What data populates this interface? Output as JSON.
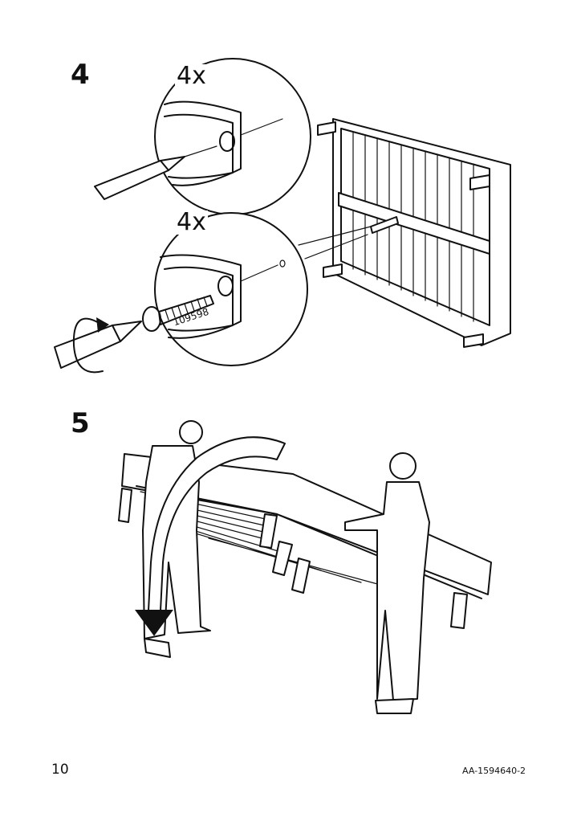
{
  "steps": {
    "step4": {
      "number": "4",
      "detail_top_qty": "4x",
      "detail_bottom_qty": "4x",
      "part_number": "109598"
    },
    "step5": {
      "number": "5"
    }
  },
  "footer": {
    "page_number": "10",
    "document_code": "AA-1594640-2"
  },
  "icons": [
    "pencil-icon",
    "screwdriver-icon",
    "rotate-arrow-icon",
    "screw-icon",
    "flip-arrow-icon"
  ]
}
